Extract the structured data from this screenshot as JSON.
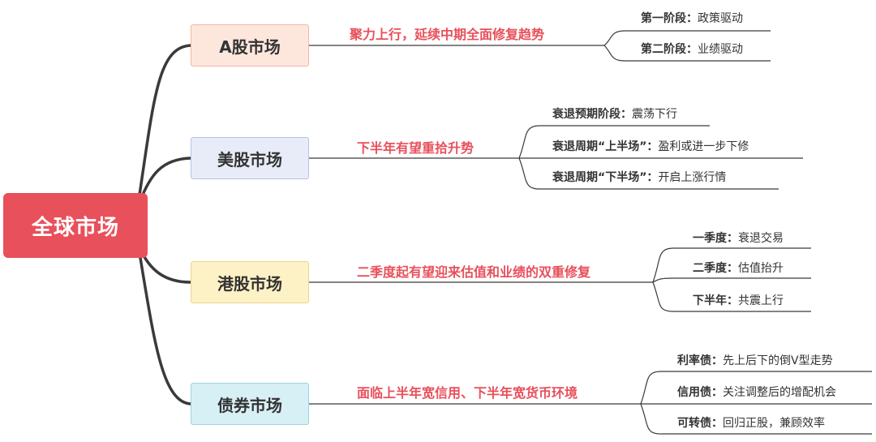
{
  "root": {
    "label": "全球市场"
  },
  "branches": [
    {
      "label": "A股市场",
      "theme": "聚力上行，延续中期全面修复趋势",
      "items": [
        {
          "key": "第一阶段：",
          "value": "政策驱动"
        },
        {
          "key": "第二阶段：",
          "value": "业绩驱动"
        }
      ]
    },
    {
      "label": "美股市场",
      "theme": "下半年有望重拾升势",
      "items": [
        {
          "key": "衰退预期阶段：",
          "value": "震荡下行"
        },
        {
          "key": "衰退周期“上半场”：",
          "value": "盈利或进一步下修"
        },
        {
          "key": "衰退周期“下半场”：",
          "value": "开启上涨行情"
        }
      ]
    },
    {
      "label": "港股市场",
      "theme": "二季度起有望迎来估值和业绩的双重修复",
      "items": [
        {
          "key": "一季度：",
          "value": "衰退交易"
        },
        {
          "key": "二季度：",
          "value": "估值抬升"
        },
        {
          "key": "下半年：",
          "value": "共震上行"
        }
      ]
    },
    {
      "label": "债券市场",
      "theme": "面临上半年宽信用、下半年宽货币环境",
      "items": [
        {
          "key": "利率债：",
          "value": "先上后下的倒V型走势"
        },
        {
          "key": "信用债：",
          "value": "关注调整后的增配机会"
        },
        {
          "key": "可转债：",
          "value": "回归正股，兼顾效率"
        }
      ]
    }
  ]
}
